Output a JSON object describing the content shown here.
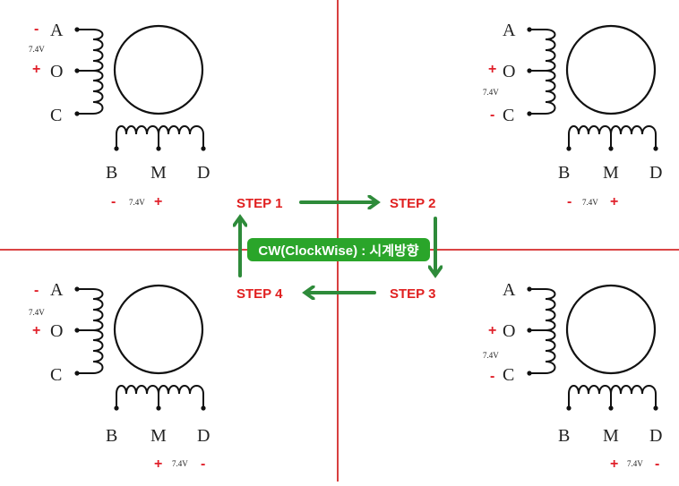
{
  "colors": {
    "grid_line": "#d42a2a",
    "arrow": "#2e8b3a",
    "step_text": "#e02020",
    "sign": "#e0202a",
    "cw_bg": "#2aa52a"
  },
  "caption": "CW(ClockWise) : 시계방향",
  "steps": [
    "STEP 1",
    "STEP 2",
    "STEP 3",
    "STEP 4"
  ],
  "motors": [
    {
      "pins": {
        "a": "A",
        "o": "O",
        "c": "C",
        "b": "B",
        "m": "M",
        "d": "D"
      },
      "a_sign": "-",
      "o_sign": "+",
      "c_sign": "",
      "side_voltage": "7.4V",
      "bottom_left_sign": "-",
      "bottom_voltage": "7.4V",
      "bottom_right_sign": "+"
    },
    {
      "pins": {
        "a": "A",
        "o": "O",
        "c": "C",
        "b": "B",
        "m": "M",
        "d": "D"
      },
      "a_sign": "",
      "o_sign": "+",
      "c_sign": "-",
      "side_voltage": "7.4V",
      "bottom_left_sign": "-",
      "bottom_voltage": "7.4V",
      "bottom_right_sign": "+"
    },
    {
      "pins": {
        "a": "A",
        "o": "O",
        "c": "C",
        "b": "B",
        "m": "M",
        "d": "D"
      },
      "a_sign": "-",
      "o_sign": "+",
      "c_sign": "",
      "side_voltage": "7.4V",
      "bottom_left_sign": "+",
      "bottom_voltage": "7.4V",
      "bottom_right_sign": "-"
    },
    {
      "pins": {
        "a": "A",
        "o": "O",
        "c": "C",
        "b": "B",
        "m": "M",
        "d": "D"
      },
      "a_sign": "",
      "o_sign": "+",
      "c_sign": "-",
      "side_voltage": "7.4V",
      "bottom_left_sign": "+",
      "bottom_voltage": "7.4V",
      "bottom_right_sign": "-"
    }
  ]
}
